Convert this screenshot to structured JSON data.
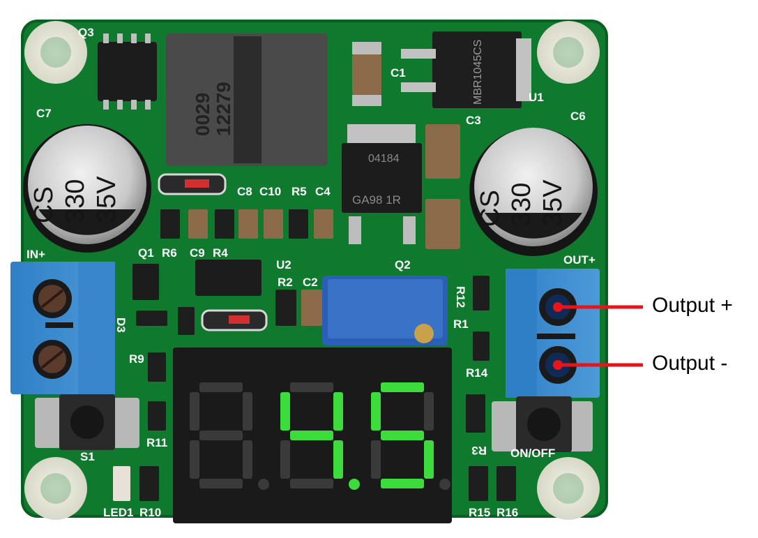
{
  "board": {
    "pcb_color": "#0f7a2e",
    "silkscreen": {
      "q3": "Q3",
      "c7": "C7",
      "c1": "C1",
      "u1": "U1",
      "c3": "C3",
      "c6": "C6",
      "c8": "C8",
      "c10": "C10",
      "r5": "R5",
      "c4": "C4",
      "q1": "Q1",
      "r6": "R6",
      "c9": "C9",
      "r4": "R4",
      "u2": "U2",
      "r2": "R2",
      "c2": "C2",
      "r12": "R12",
      "r1": "R1",
      "q2": "Q2",
      "r9": "R9",
      "r11": "R11",
      "s1": "S1",
      "r14": "R14",
      "r3": "R3",
      "onoff": "ON/OFF",
      "led1": "LED1",
      "r10": "R10",
      "r15": "R15",
      "r16": "R16",
      "in_plus": "IN+",
      "out_plus": "OUT+",
      "d3": "D3"
    },
    "capacitor_left": {
      "line1": "CS",
      "line2": "330",
      "line3": "35V"
    },
    "capacitor_right": {
      "line1": "CS",
      "line2": "330",
      "line3": "35V"
    },
    "inductor_text": {
      "line1": "0029",
      "line2": "12279"
    },
    "mosfet_text": "MBR1045CS",
    "chip_text": {
      "line1": "04184",
      "line2": "GA98 1R"
    },
    "display": {
      "readout": "04.5",
      "lit_color": "#3ddc3d",
      "unlit_color": "#3a3a3a"
    }
  },
  "callouts": {
    "output_plus": "Output +",
    "output_minus": "Output -",
    "line_color": "#e8141a"
  }
}
